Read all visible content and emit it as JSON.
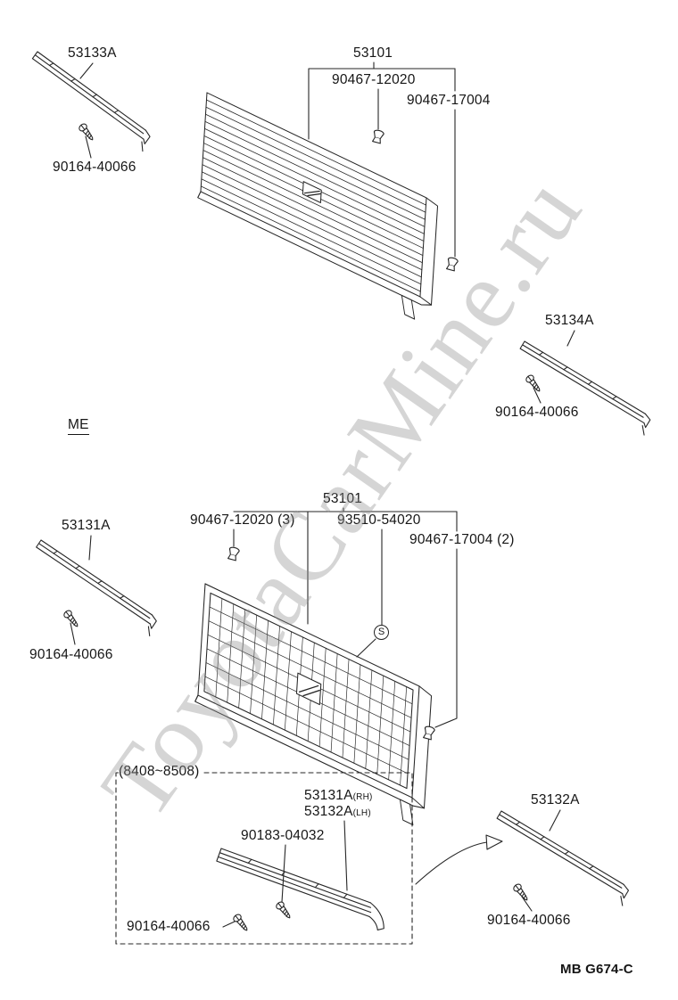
{
  "watermark": {
    "text": "ToyotaCarMine.ru"
  },
  "section_label": "ME",
  "footer": {
    "code": "MB G674-C"
  },
  "top_assembly": {
    "grille": "53101",
    "fasteners": {
      "clip_a": "90467-12020",
      "clip_b": "90467-17004"
    },
    "side_rh": {
      "part": "53133A",
      "screw": "90164-40066"
    },
    "side_lh": {
      "part": "53134A",
      "screw": "90164-40066"
    }
  },
  "bottom_assembly": {
    "grille": "53101",
    "fasteners": {
      "clip_a": "90467-12020 (3)",
      "screw_plate": "93510-54020",
      "clip_b": "90467-17004 (2)",
      "screw_symbol": "S"
    },
    "side_rh": {
      "part": "53131A",
      "screw": "90164-40066"
    },
    "side_lh": {
      "part": "53132A",
      "screw": "90164-40066"
    },
    "variant_box": {
      "range": "(8408~8508)",
      "part_rh": "53131A",
      "part_rh_side": "(RH)",
      "part_lh": "53132A",
      "part_lh_side": "(LH)",
      "clip": "90183-04032",
      "screw": "90164-40066"
    }
  }
}
